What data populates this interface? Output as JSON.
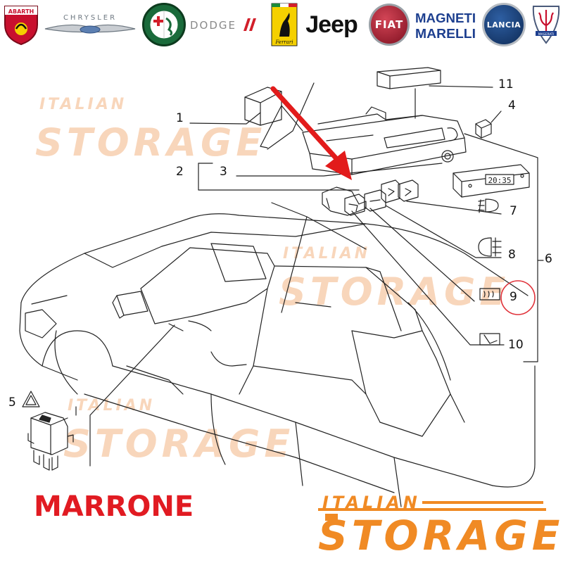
{
  "logos": [
    {
      "icon": "abarth-scorpion-icon",
      "text": "ABARTH",
      "color": "#c8102e"
    },
    {
      "icon": "chrysler-wings-icon",
      "text": "CHRYSLER",
      "color": "#6d7780"
    },
    {
      "icon": "alfa-romeo-badge-icon",
      "text": "ALFA ROMEO",
      "color": "#1a6b3b"
    },
    {
      "icon": "dodge-wordmark-icon",
      "text": "DODGE",
      "color": "#8a8a8a"
    },
    {
      "icon": "ferrari-horse-icon",
      "text": "Ferrari",
      "color": "#f5d000"
    },
    {
      "icon": "jeep-wordmark-icon",
      "text": "Jeep",
      "color": "#111111"
    },
    {
      "icon": "fiat-badge-icon",
      "text": "FIAT",
      "color": "#a3192e"
    },
    {
      "icon": "magneti-marelli-wordmark-icon",
      "text": "MAGNETI MARELLI",
      "color": "#1d3f8f"
    },
    {
      "icon": "lancia-badge-icon",
      "text": "LANCIA",
      "color": "#163a6e"
    },
    {
      "icon": "maserati-trident-icon",
      "text": "MASERATI",
      "color": "#4a5a7a"
    }
  ],
  "diagram": {
    "callouts": [
      "1",
      "2",
      "3",
      "4",
      "5",
      "6",
      "7",
      "8",
      "9",
      "10",
      "11"
    ],
    "clock_display": "20:35",
    "highlighted_callout": "9",
    "arrow_target": "switch-block"
  },
  "watermark": {
    "small": "ITALIAN",
    "big": "STORAGE",
    "color": "#f4b585"
  },
  "colour_label": "MARRONE",
  "colour_label_color": "#e11b22",
  "brand": {
    "small": "ITALIAN",
    "big": "STORAGE",
    "color": "#f08a24"
  },
  "colors": {
    "arrow": "#e21b1b",
    "circle": "#e0323a",
    "line": "#222222"
  }
}
